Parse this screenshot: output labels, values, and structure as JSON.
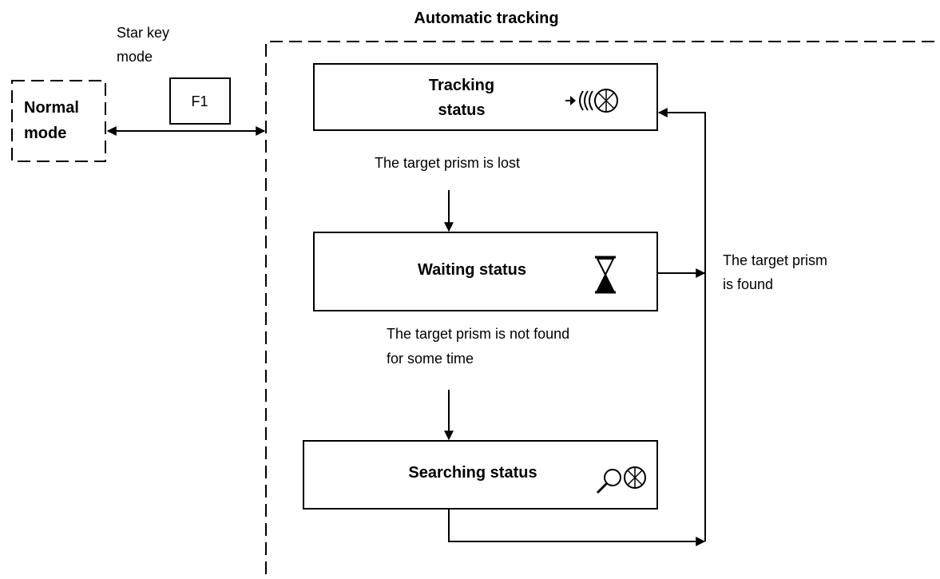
{
  "diagram": {
    "title": "Automatic tracking",
    "normal_mode": {
      "line1": "Normal",
      "line2": "mode"
    },
    "star_key": {
      "line1": "Star key",
      "line2": "mode"
    },
    "f1_key": "F1",
    "tracking": {
      "line1": "Tracking",
      "line2": "status",
      "icon": "tracking-prism-icon"
    },
    "waiting": {
      "label": "Waiting status",
      "icon": "hourglass-icon"
    },
    "searching": {
      "label": "Searching status",
      "icon": "search-prism-icon"
    },
    "lost_label": "The target prism is lost",
    "not_found": {
      "line1": "The target prism is not found",
      "line2": "for some time"
    },
    "found": {
      "line1": "The target prism",
      "line2": "is found"
    }
  }
}
